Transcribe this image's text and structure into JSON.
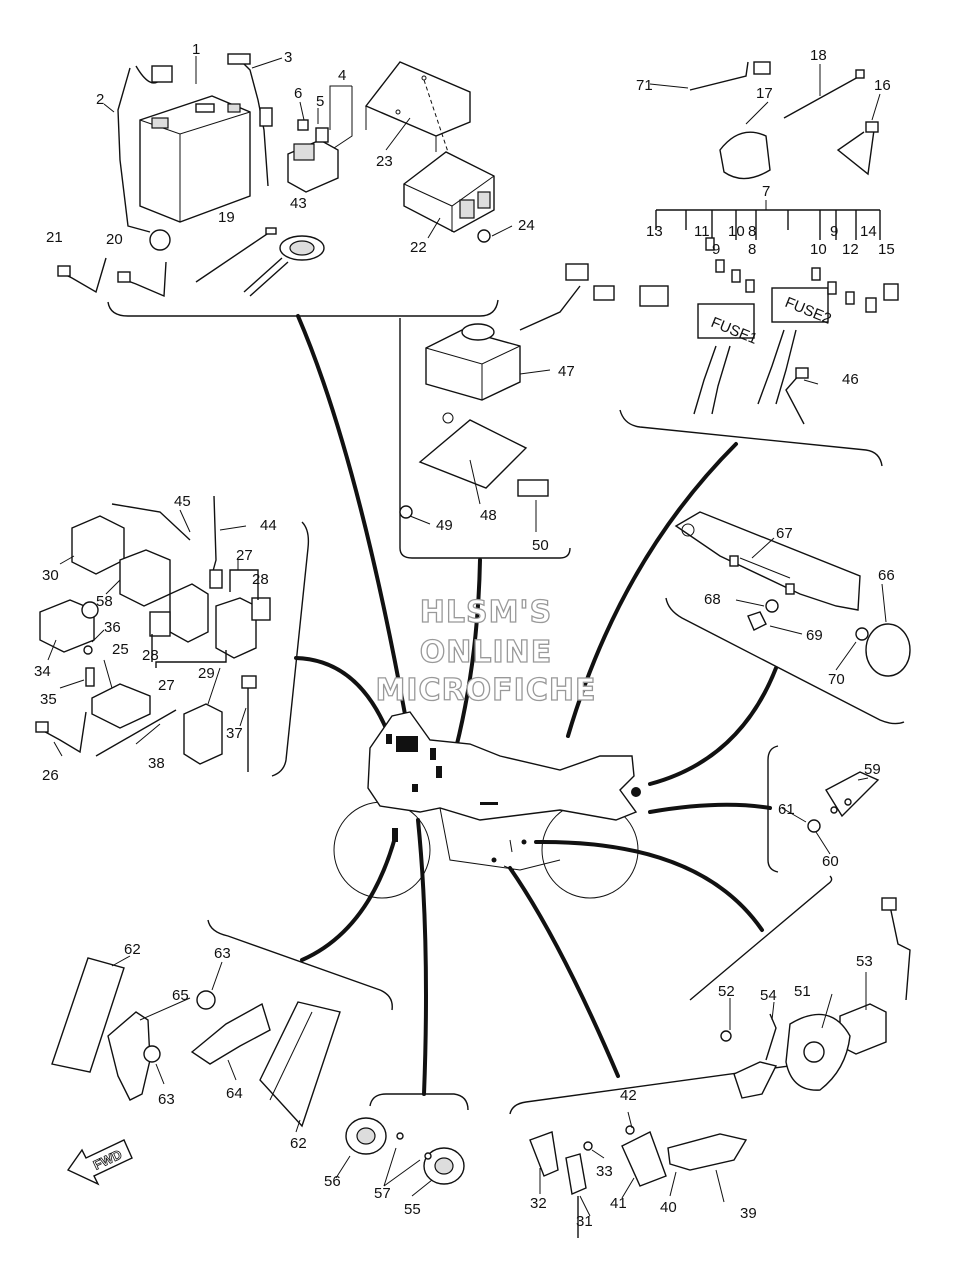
{
  "watermark": {
    "line1": "HLSM'S",
    "line2": "ONLINE",
    "line3": "MICROFICHE"
  },
  "fwd_label": "FWD",
  "callouts": {
    "c1": "1",
    "c2": "2",
    "c3": "3",
    "c4": "4",
    "c5": "5",
    "c6": "6",
    "c7": "7",
    "c8": "8",
    "c8b": "8",
    "c9": "9",
    "c9b": "9",
    "c10": "10",
    "c10b": "10",
    "c11": "11",
    "c12": "12",
    "c13": "13",
    "c14": "14",
    "c15": "15",
    "c16": "16",
    "c17": "17",
    "c18": "18",
    "c19": "19",
    "c20": "20",
    "c21": "21",
    "c22": "22",
    "c23": "23",
    "c24": "24",
    "c25": "25",
    "c26": "26",
    "c27": "27",
    "c27b": "27",
    "c28": "28",
    "c28b": "28",
    "c29": "29",
    "c30": "30",
    "c31": "31",
    "c32": "32",
    "c33": "33",
    "c34": "34",
    "c35": "35",
    "c36": "36",
    "c37": "37",
    "c38": "38",
    "c39": "39",
    "c40": "40",
    "c41": "41",
    "c42": "42",
    "c43": "43",
    "c44": "44",
    "c45": "45",
    "c46": "46",
    "c47": "47",
    "c48": "48",
    "c49": "49",
    "c50": "50",
    "c51": "51",
    "c52": "52",
    "c53": "53",
    "c54": "54",
    "c55": "55",
    "c56": "56",
    "c57": "57",
    "c58": "58",
    "c59": "59",
    "c60": "60",
    "c61": "61",
    "c62": "62",
    "c62b": "62",
    "c63": "63",
    "c63b": "63",
    "c64": "64",
    "c65": "65",
    "c66": "66",
    "c67": "67",
    "c68": "68",
    "c69": "69",
    "c70": "70",
    "c71": "71"
  },
  "fuse_labels": {
    "f1": "FUSE1",
    "f2": "FUSE2"
  }
}
